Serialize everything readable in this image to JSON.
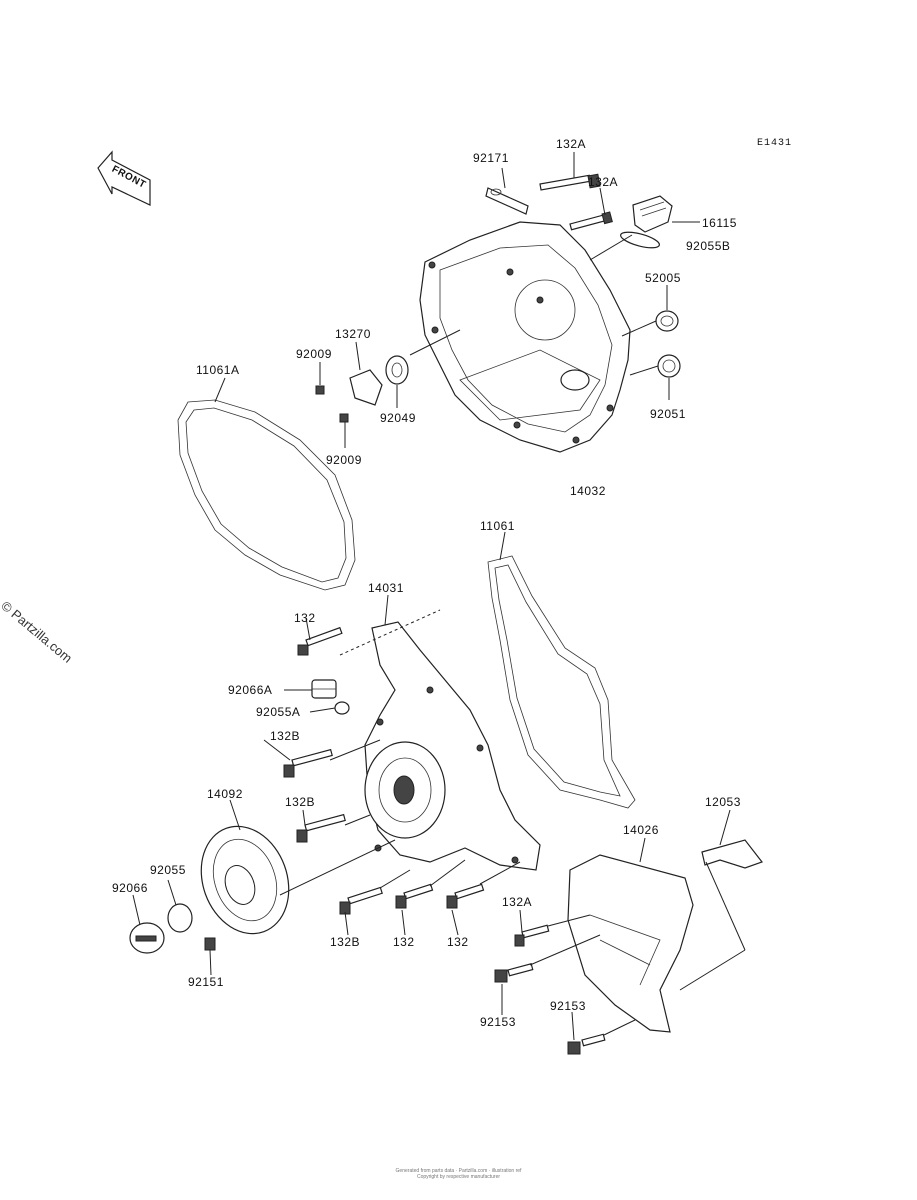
{
  "diagram_code": "E1431",
  "watermark": "© Partzilla.com",
  "front_arrow_label": "FRONT",
  "footer": {
    "line1": "Generated from parts data · Partzilla.com · illustration ref",
    "line2": "Copyright by respective manufacturer"
  },
  "labels": {
    "p92171": "92171",
    "p132A_top": "132A",
    "p132A_mid": "132A",
    "p16115": "16115",
    "p92055B": "92055B",
    "p52005": "52005",
    "p92051": "92051",
    "p14032": "14032",
    "p13270": "13270",
    "p92009_top": "92009",
    "p92009_bot": "92009",
    "p92049": "92049",
    "p11061A": "11061A",
    "p11061": "11061",
    "p14031": "14031",
    "p132_left": "132",
    "p92066A": "92066A",
    "p92055A": "92055A",
    "p132B_a": "132B",
    "p132B_b": "132B",
    "p132B_c": "132B",
    "p132_b1": "132",
    "p132_b2": "132",
    "p14092": "14092",
    "p92055": "92055",
    "p92066": "92066",
    "p92151": "92151",
    "p12053": "12053",
    "p14026": "14026",
    "p132A_low": "132A",
    "p92153_a": "92153",
    "p92153_b": "92153"
  }
}
